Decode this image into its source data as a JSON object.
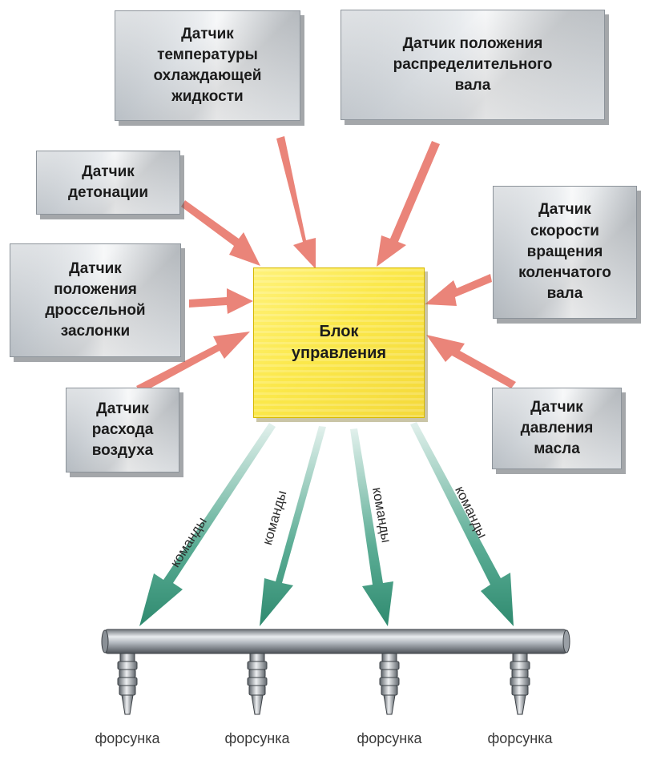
{
  "control_unit": {
    "label": "Блок\nуправления"
  },
  "sensors": {
    "coolant_temp": "Датчик\nтемпературы\nохлаждающей\nжидкости",
    "camshaft_position": "Датчик положения\nраспределительного\nвала",
    "knock": "Датчик\nдетонации",
    "crankshaft_speed": "Датчик\nскорости\nвращения\nколенчатого\nвала",
    "throttle_position": "Датчик\nположения\nдроссельной\nзаслонки",
    "air_flow": "Датчик\nрасхода\nвоздуха",
    "oil_pressure": "Датчик\nдавления\nмасла"
  },
  "command_label": "команды",
  "injector_label": "форсунка",
  "colors": {
    "input_arrow": "#e8776b",
    "command_arrow": "#3e9e82",
    "control_unit": "#fbe84a"
  }
}
